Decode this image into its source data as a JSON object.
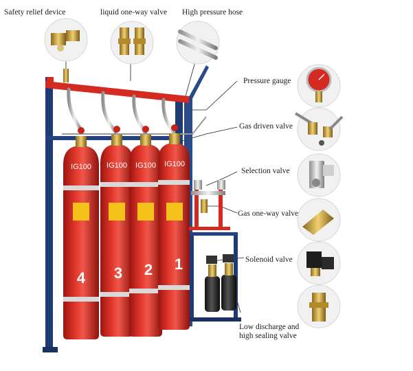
{
  "labels": {
    "safety_relief": "Safety relief device",
    "liquid_valve": "liquid one-way valve",
    "hose": "High pressure hose",
    "gauge": "Pressure gauge",
    "gas_driven": "Gas driven valve",
    "selection": "Selection valve",
    "gas_oneway": "Gas one-way valve",
    "solenoid": "Solenoid valve",
    "low_discharge": "Low discharge and high sealing valve"
  },
  "cylinders": [
    {
      "tag": "IG100",
      "number": "4"
    },
    {
      "tag": "IG100",
      "number": "3"
    },
    {
      "tag": "IG100",
      "number": "2"
    },
    {
      "tag": "IG100",
      "number": "1"
    }
  ],
  "colors": {
    "cylinder_red": "#d8261d",
    "frame_blue": "#1f3b73",
    "pipe_red": "#d42a22",
    "label_yellow": "#f2c21b",
    "band_silver": "#d9d9d9",
    "brass": "#c9a23a"
  },
  "icons": [
    "safety-relief-icon",
    "liquid-valve-icon",
    "hose-icon",
    "pressure-gauge-icon",
    "gas-driven-valve-icon",
    "selection-valve-icon",
    "gas-oneway-valve-icon",
    "solenoid-valve-icon",
    "low-discharge-valve-icon"
  ]
}
